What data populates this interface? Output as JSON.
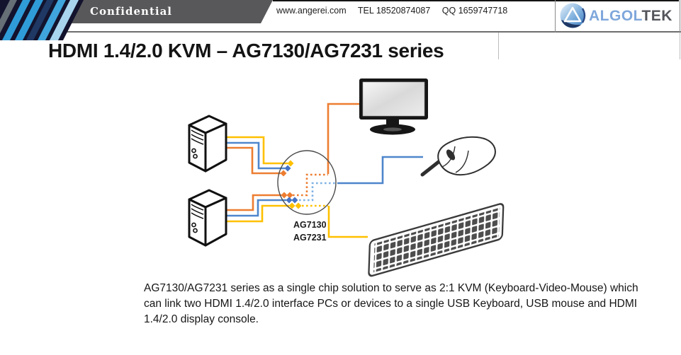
{
  "header": {
    "confidential_label": "Confidential",
    "contact_items": [
      "www.angerei.com",
      "TEL 18520874087",
      "QQ 1659747718"
    ],
    "logo": {
      "brand_blue_text": "ALGOL",
      "brand_dark_text": "TEK"
    }
  },
  "page": {
    "title": "HDMI 1.4/2.0 KVM – AG7130/AG7231 series"
  },
  "diagram": {
    "kvm_labels": [
      "AG7130",
      "AG7231"
    ],
    "cable_colors": {
      "orange": "#ED7D31",
      "blue": "#4E86CC",
      "yellow": "#FFC000",
      "blue_diamond": "#4472C4",
      "dotted_orange": "#ED7D31",
      "dotted_blue": "#7FB2E5",
      "dotted_yellow": "#FFC000"
    }
  },
  "main": {
    "description": "AG7130/AG7231 series as a single chip solution to serve as 2:1 KVM (Keyboard-Video-Mouse) which can link two HDMI 1.4/2.0 interface PCs or devices to a single USB Keyboard, USB mouse and HDMI 1.4/2.0 display console."
  }
}
